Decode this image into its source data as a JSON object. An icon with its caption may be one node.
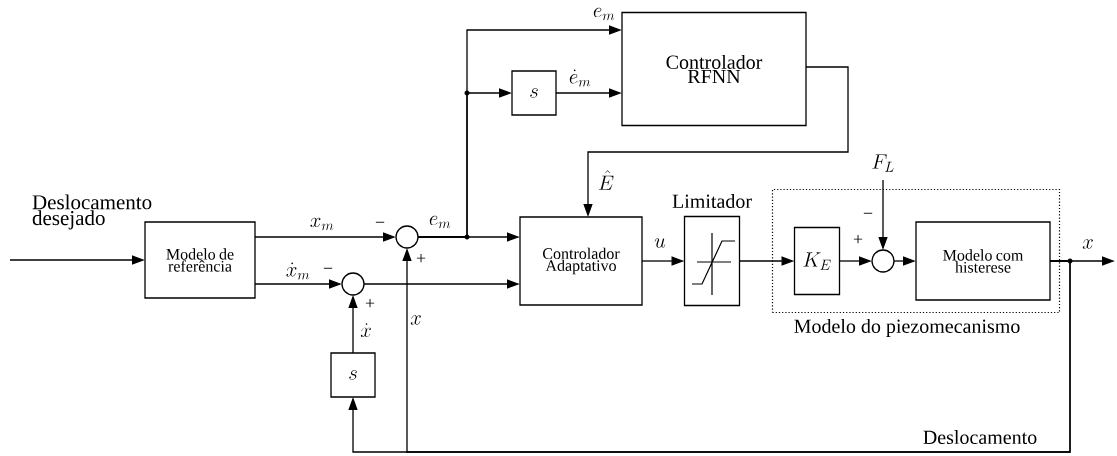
{
  "diagram": {
    "nodes": [
      {
        "text": [
          "Modelo de referência"
        ]
      },
      {
        "text": [],
        "shape": "circle"
      },
      {
        "text": [],
        "shape": "circle"
      },
      {
        "text": [
          "s"
        ]
      },
      {
        "text": [
          "Controlador RFNN"
        ]
      },
      {
        "text": [
          "Controlador Adaptativo"
        ]
      },
      {
        "text": [
          "Limitador"
        ]
      },
      {
        "text": [
          "Modelo do piezomecanismo"
        ]
      },
      {
        "text": [
          "K_E"
        ],
        "in": 7
      },
      {
        "text": [],
        "shape": "circle",
        "in": 7
      },
      {
        "text": [
          "Modelo com histerese"
        ],
        "in": 7
      },
      {
        "text": [
          "s"
        ]
      }
    ],
    "edges": [
      {
        "from": null,
        "to": 0,
        "arrow": "to",
        "label": "Deslocamento desejado"
      },
      {
        "from": 0,
        "to": 1,
        "arrow": "to",
        "label": "x_m"
      },
      {
        "from": 0,
        "to": 2,
        "arrow": "to",
        "label": "\\dot{x}_m"
      },
      {
        "from": 1,
        "to": 5,
        "arrow": "to",
        "label": "e_m"
      },
      {
        "from": 1,
        "to": 4,
        "arrow": "to",
        "label": "e_m"
      },
      {
        "from": 1,
        "to": 3,
        "arrow": "to"
      },
      {
        "from": 3,
        "to": 4,
        "arrow": "to",
        "label": "\\dot{e}_m"
      },
      {
        "from": 4,
        "to": 5,
        "arrow": "to",
        "label": "\\hat{E}"
      },
      {
        "from": 2,
        "to": 5,
        "arrow": "to"
      },
      {
        "from": 5,
        "to": 6,
        "arrow": "to",
        "label": "u"
      },
      {
        "from": 6,
        "to": 8,
        "arrow": "to"
      },
      {
        "from": 8,
        "to": 9,
        "arrow": "to"
      },
      {
        "from": null,
        "to": 9,
        "arrow": "to",
        "label": "F_L"
      },
      {
        "from": 9,
        "to": 10,
        "arrow": "to"
      },
      {
        "from": 10,
        "to": null,
        "arrow": "to",
        "label": "x"
      },
      {
        "from": 10,
        "to": 1,
        "arrow": "to",
        "label": "x"
      },
      {
        "from": 10,
        "to": 11,
        "arrow": "to"
      },
      {
        "from": 11,
        "to": 2,
        "arrow": "to",
        "label": "\\dot{x}"
      }
    ],
    "labels": [
      "−",
      "+",
      "−",
      "+",
      "+",
      "−",
      "Deslocamento"
    ]
  }
}
